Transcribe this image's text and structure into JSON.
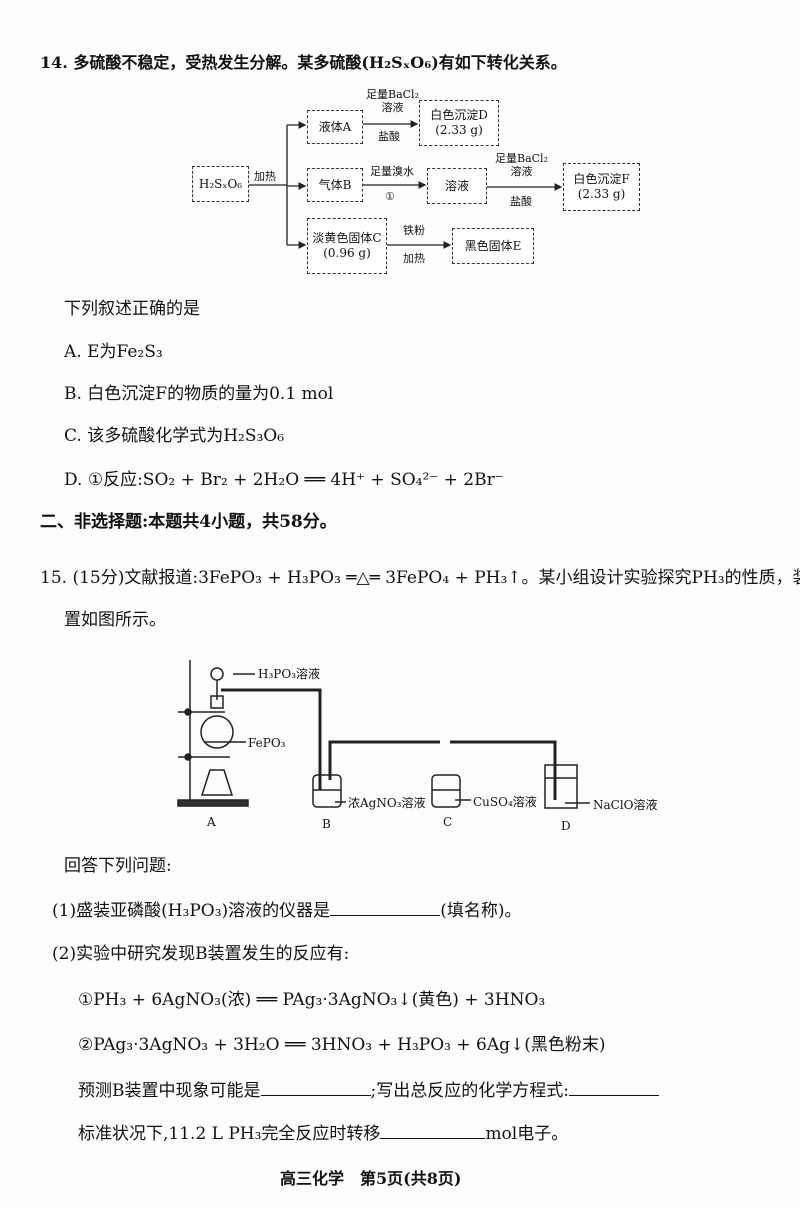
{
  "q14": {
    "stem": "14. 多硫酸不稳定，受热发生分解。某多硫酸(H₂SₓO₆)有如下转化关系。",
    "diagram": {
      "start": "H₂SₓO₆",
      "heat": "加热",
      "liquid_a": "液体A",
      "gas_b": "气体B",
      "solid_c": [
        "淡黄色固体C",
        "(0.96 g)"
      ],
      "ppt_d": [
        "白色沉淀D",
        "(2.33 g)"
      ],
      "solution": "溶液",
      "ppt_f": [
        "白色沉淀F",
        "(2.33 g)"
      ],
      "solid_e": "黑色固体E",
      "bacl2_a": [
        "足量BaCl₂",
        "溶液"
      ],
      "hcl_a": "盐酸",
      "bromine": "足量溴水",
      "step1": "①",
      "bacl2_f": [
        "足量BaCl₂",
        "溶液"
      ],
      "hcl_f": "盐酸",
      "iron": "铁粉",
      "heat_e": "加热"
    },
    "prompt": "下列叙述正确的是",
    "options": [
      "A. E为Fe₂S₃",
      "B. 白色沉淀F的物质的量为0.1 mol",
      "C. 该多硫酸化学式为H₂S₃O₆",
      "D. ①反应:SO₂ + Br₂ + 2H₂O ══ 4H⁺ + SO₄²⁻ + 2Br⁻"
    ]
  },
  "section2": "二、非选择题:本题共4小题，共58分。",
  "q15": {
    "stem_line1": "15. (15分)文献报道:3FePO₃ + H₃PO₃ ═△═ 3FePO₄ + PH₃↑。某小组设计实验探究PH₃的性质，装",
    "stem_line2": "置如图所示。",
    "apparatus": {
      "h3po3": "H₃PO₃溶液",
      "fepo3": "FePO₃",
      "agno3": "浓AgNO₃溶液",
      "cuso4": "CuSO₄溶液",
      "naclo": "NaClO溶液",
      "labels": [
        "A",
        "B",
        "C",
        "D"
      ]
    },
    "answer_prompt": "回答下列问题:",
    "p1_a": "(1)盛装亚磷酸(H₃PO₃)溶液的仪器是",
    "p1_b": "(填名称)。",
    "p2": "(2)实验中研究发现B装置发生的反应有:",
    "r1": "①PH₃ + 6AgNO₃(浓) ══ PAg₃·3AgNO₃↓(黄色) + 3HNO₃",
    "r2": "②PAg₃·3AgNO₃ + 3H₂O ══ 3HNO₃ + H₃PO₃ + 6Ag↓(黑色粉末)",
    "predict_a": "预测B装置中现象可能是",
    "predict_b": ";写出总反应的化学方程式:",
    "std_a": "标准状况下,11.2 L PH₃完全反应时转移",
    "std_b": "mol电子。"
  },
  "footer": "高三化学　第5页(共8页)"
}
